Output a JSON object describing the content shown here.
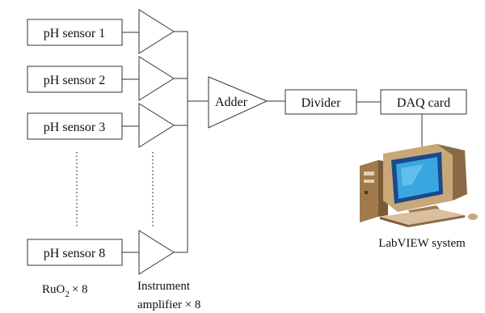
{
  "sensors": [
    {
      "label": "pH sensor 1"
    },
    {
      "label": "pH sensor 2"
    },
    {
      "label": "pH sensor 3"
    },
    {
      "label": "pH sensor 8"
    }
  ],
  "adder": {
    "label": "Adder"
  },
  "divider": {
    "label": "Divider"
  },
  "daq": {
    "label": "DAQ card"
  },
  "computer": {
    "label": "LabVIEW system"
  },
  "captions": {
    "ruo2_base": "RuO",
    "ruo2_sub": "2",
    "ruo2_count": "× 8",
    "amp_line1": "Instrument",
    "amp_line2": "amplifier × 8"
  },
  "colors": {
    "screen": "#3aa6e0",
    "case": "#c8a878",
    "case_dark": "#8a6a44"
  },
  "icons": {
    "computer": "desktop-computer-icon"
  }
}
